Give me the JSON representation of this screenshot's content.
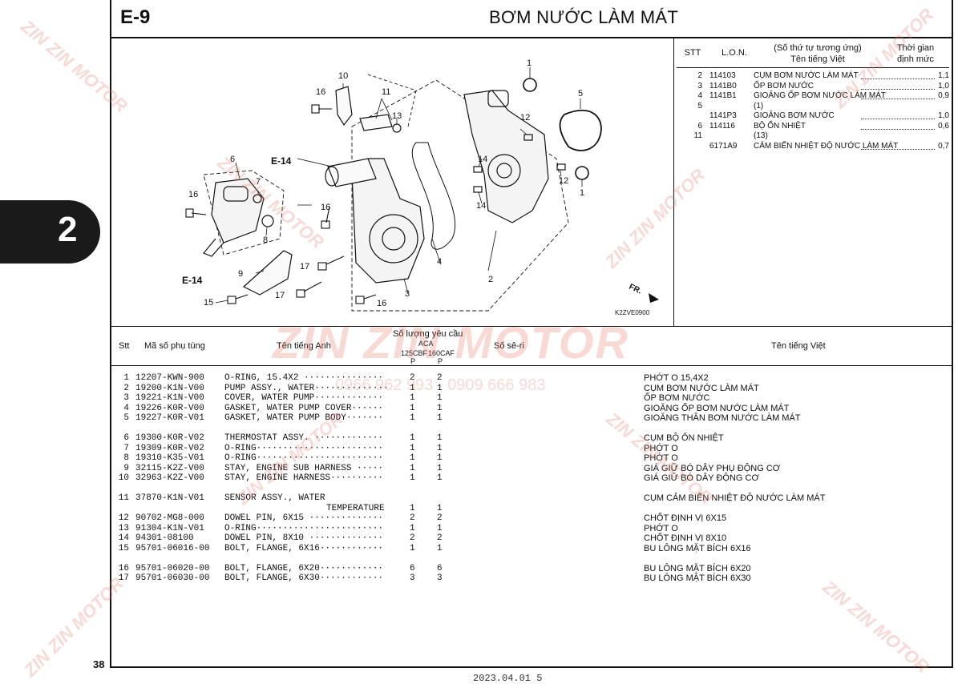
{
  "header": {
    "code": "E-9",
    "title": "BƠM NƯỚC LÀM MÁT"
  },
  "section_tab": "2",
  "page_number": "38",
  "footer_text": "2023.04.01      5",
  "diagram": {
    "code": "K2ZVE0900",
    "fr_label": "FR.",
    "ref_labels": [
      "E-14",
      "E-14"
    ],
    "callouts": [
      "1",
      "1",
      "2",
      "3",
      "4",
      "5",
      "6",
      "7",
      "8",
      "9",
      "10",
      "11",
      "12",
      "12",
      "13",
      "14",
      "14",
      "15",
      "16",
      "16",
      "16",
      "16",
      "17",
      "17"
    ]
  },
  "labor": {
    "headers": {
      "stt": "STT",
      "lon": "L.O.N.",
      "name_line1": "(Số thứ tự tương ứng)",
      "name_line2": "Tên tiếng Việt",
      "time_line1": "Thời gian",
      "time_line2": "định mức"
    },
    "rows": [
      {
        "stt": "2",
        "lon": "114103",
        "name": "CỤM BƠM NƯỚC LÀM MÁT",
        "time": "1,1"
      },
      {
        "stt": "3",
        "lon": "1141B0",
        "name": "ỐP BƠM NƯỚC",
        "time": "1,0"
      },
      {
        "stt": "4",
        "lon": "1141B1",
        "name": "GIOĂNG ỐP BƠM NƯỚC LÀM MÁT",
        "time": "0,9"
      },
      {
        "stt": "5",
        "lon": "",
        "name": "(1)",
        "time": ""
      },
      {
        "stt": "",
        "lon": "1141P3",
        "name": "GIOĂNG BƠM NƯỚC",
        "time": "1,0"
      },
      {
        "stt": "6",
        "lon": "114116",
        "name": "BỘ ỔN NHIỆT",
        "time": "0,6"
      },
      {
        "stt": "11",
        "lon": "",
        "name": "(13)",
        "time": ""
      },
      {
        "stt": "",
        "lon": "6171A9",
        "name": "CẢM BIẾN NHIỆT ĐỘ NƯỚC LÀM MÁT",
        "time": "0,7"
      }
    ]
  },
  "parts": {
    "headers": {
      "stt": "Stt",
      "part_no": "Mã số phụ tùng",
      "name_en": "Tên tiếng Anh",
      "qty": "Số lượng yêu cầu",
      "variant": "ACA",
      "model1": "125CBF",
      "model2": "160CAF",
      "p1": "P",
      "p2": "P",
      "serial": "Số sê-ri",
      "name_vi": "Tên tiếng Việt"
    },
    "rows": [
      {
        "stt": "1",
        "part_no": "12207-KWN-900",
        "name_en": "O-RING, 15.4X2 ···············",
        "q1": "2",
        "q2": "2",
        "name_vi": "PHỚT O 15,4X2"
      },
      {
        "stt": "2",
        "part_no": "19200-K1N-V00",
        "name_en": "PUMP ASSY., WATER··············",
        "q1": "1",
        "q2": "1",
        "name_vi": "CỤM BƠM NƯỚC LÀM MÁT"
      },
      {
        "stt": "3",
        "part_no": "19221-K1N-V00",
        "name_en": "COVER, WATER PUMP·············",
        "q1": "1",
        "q2": "1",
        "name_vi": "ỐP BƠM NƯỚC"
      },
      {
        "stt": "4",
        "part_no": "19226-K0R-V00",
        "name_en": "GASKET, WATER PUMP COVER······",
        "q1": "1",
        "q2": "1",
        "name_vi": "GIOĂNG ỐP BƠM NƯỚC LÀM MÁT"
      },
      {
        "stt": "5",
        "part_no": "19227-K0R-V01",
        "name_en": "GASKET, WATER PUMP BODY·······",
        "q1": "1",
        "q2": "1",
        "name_vi": "GIOĂNG THÂN BƠM NƯỚC LÀM MÁT"
      },
      {
        "stt": "6",
        "part_no": "19300-K0R-V02",
        "name_en": "THERMOSTAT ASSY. ·············",
        "q1": "1",
        "q2": "1",
        "name_vi": "CỤM BỘ ỔN NHIỆT"
      },
      {
        "stt": "7",
        "part_no": "19309-K0R-V02",
        "name_en": "O-RING························",
        "q1": "1",
        "q2": "1",
        "name_vi": "PHỚT O"
      },
      {
        "stt": "8",
        "part_no": "19310-K35-V01",
        "name_en": "O-RING························",
        "q1": "1",
        "q2": "1",
        "name_vi": "PHỚT O"
      },
      {
        "stt": "9",
        "part_no": "32115-K2Z-V00",
        "name_en": "STAY, ENGINE SUB HARNESS ·····",
        "q1": "1",
        "q2": "1",
        "name_vi": "GIÁ GIỮ BÓ DÂY PHỤ ĐỘNG CƠ"
      },
      {
        "stt": "10",
        "part_no": "32963-K2Z-V00",
        "name_en": "STAY, ENGINE HARNESS··········",
        "q1": "1",
        "q2": "1",
        "name_vi": "GIÁ GIỮ BÓ DÂY ĐỘNG CƠ"
      },
      {
        "stt": "11",
        "part_no": "37870-K1N-V01",
        "name_en": "SENSOR ASSY., WATER",
        "name_en2": "TEMPERATURE",
        "q1": "1",
        "q2": "1",
        "name_vi": "CỤM CẢM BIẾN NHIỆT ĐỘ NƯỚC LÀM MÁT"
      },
      {
        "stt": "12",
        "part_no": "90702-MG8-000",
        "name_en": "DOWEL PIN, 6X15 ··············",
        "q1": "2",
        "q2": "2",
        "name_vi": "CHỐT ĐỊNH VỊ 6X15"
      },
      {
        "stt": "13",
        "part_no": "91304-K1N-V01",
        "name_en": "O-RING························",
        "q1": "1",
        "q2": "1",
        "name_vi": "PHỚT O"
      },
      {
        "stt": "14",
        "part_no": "94301-08100",
        "name_en": "DOWEL PIN, 8X10 ··············",
        "q1": "2",
        "q2": "2",
        "name_vi": "CHỐT ĐỊNH VỊ 8X10"
      },
      {
        "stt": "15",
        "part_no": "95701-06016-00",
        "name_en": "BOLT, FLANGE, 6X16············",
        "q1": "1",
        "q2": "1",
        "name_vi": "BU LÔNG MẶT BÍCH 6X16"
      },
      {
        "stt": "16",
        "part_no": "95701-06020-00",
        "name_en": "BOLT, FLANGE, 6X20············",
        "q1": "6",
        "q2": "6",
        "name_vi": "BU LÔNG MẶT BÍCH 6X20"
      },
      {
        "stt": "17",
        "part_no": "95701-06030-00",
        "name_en": "BOLT, FLANGE, 6X30············",
        "q1": "3",
        "q2": "3",
        "name_vi": "BU LÔNG MẶT BÍCH 6X30"
      }
    ]
  },
  "watermark": {
    "brand": "ZIN ZIN MOTOR",
    "phone": "0966 962 993 - 0909 666 983",
    "color": "#e6786e"
  }
}
